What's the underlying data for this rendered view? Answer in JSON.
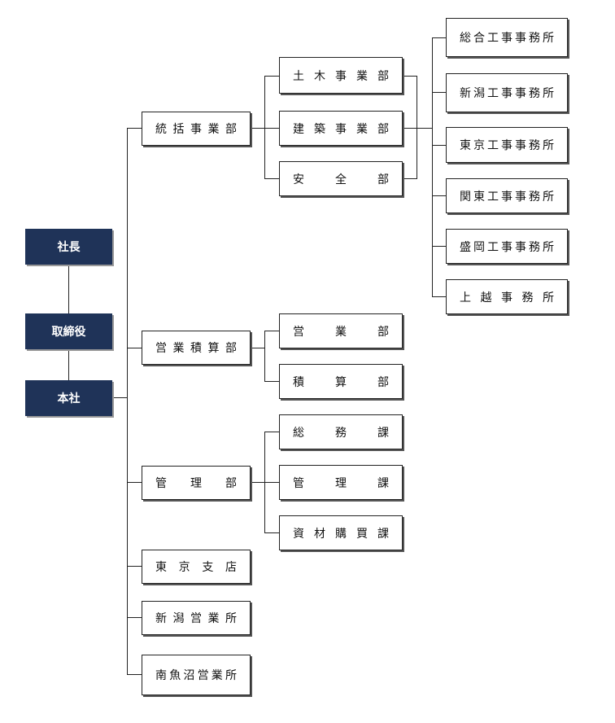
{
  "colors": {
    "dark_box": "#1f3358",
    "line": "#222222"
  },
  "top": [
    {
      "id": "president",
      "label": "社長"
    },
    {
      "id": "director",
      "label": "取締役"
    },
    {
      "id": "headquarters",
      "label": "本社"
    }
  ],
  "level2": [
    {
      "id": "general",
      "label": "統括事業部"
    },
    {
      "id": "sales-estimation",
      "label": "営業積算部"
    },
    {
      "id": "management",
      "label": "管理部"
    },
    {
      "id": "tokyo-branch",
      "label": "東京支店"
    },
    {
      "id": "niigata-office",
      "label": "新潟営業所"
    },
    {
      "id": "minamiuonuma-office",
      "label": "南魚沼営業所"
    }
  ],
  "level3": [
    {
      "id": "civil",
      "label": "土木事業部"
    },
    {
      "id": "construction",
      "label": "建築事業部"
    },
    {
      "id": "safety",
      "label": "安全部"
    },
    {
      "id": "sales",
      "label": "営業部"
    },
    {
      "id": "estimation",
      "label": "積算部"
    },
    {
      "id": "general-affairs",
      "label": "総務課"
    },
    {
      "id": "admin",
      "label": "管理課"
    },
    {
      "id": "procurement",
      "label": "資材購買課"
    }
  ],
  "level4": [
    {
      "id": "sogo",
      "label": "総合工事事務所"
    },
    {
      "id": "niigata",
      "label": "新潟工事事務所"
    },
    {
      "id": "tokyo",
      "label": "東京工事事務所"
    },
    {
      "id": "kanto",
      "label": "関東工事事務所"
    },
    {
      "id": "morioka",
      "label": "盛岡工事事務所"
    },
    {
      "id": "joetsu",
      "label": "上越事務所"
    }
  ]
}
